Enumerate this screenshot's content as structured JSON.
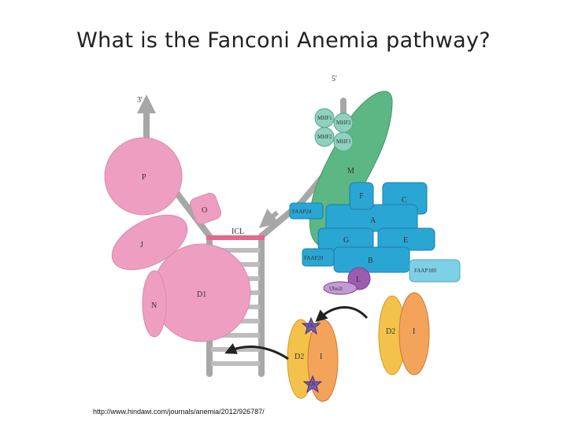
{
  "title": "What is the Fanconi Anemia pathway?",
  "source_url": "http://www.hindawi.com/journals/anemia/2012/926787/",
  "diagram": {
    "strand_labels": {
      "three_prime": "3'",
      "five_prime": "5'"
    },
    "icl_label": "ICL",
    "pink_proteins": [
      "P",
      "O",
      "J",
      "D1",
      "N"
    ],
    "mhf_labels": [
      "MHF1",
      "MHF2",
      "MHF2",
      "MHF1"
    ],
    "green_protein": "M",
    "blue_proteins": [
      "F",
      "C",
      "A",
      "G",
      "E",
      "B",
      "FAAP24",
      "FAAP20",
      "FAAP100"
    ],
    "purple_proteins": [
      "L",
      "Ube2t"
    ],
    "orange_complex_top": [
      "D2",
      "I"
    ],
    "orange_complex_bottom": [
      "D2",
      "I"
    ],
    "ubiquitin_marker": "Ub",
    "colors": {
      "pink": "#ee9ec1",
      "green": "#5cb784",
      "blue": "#2aa6d4",
      "light_blue": "#7ed0e6",
      "teal": "#8fd1bf",
      "purple": "#9b5db0",
      "orange": "#f4a35a",
      "yellow": "#f4c24a",
      "dna_grey": "#a7a7a7",
      "icl_pink": "#e7678d"
    }
  }
}
